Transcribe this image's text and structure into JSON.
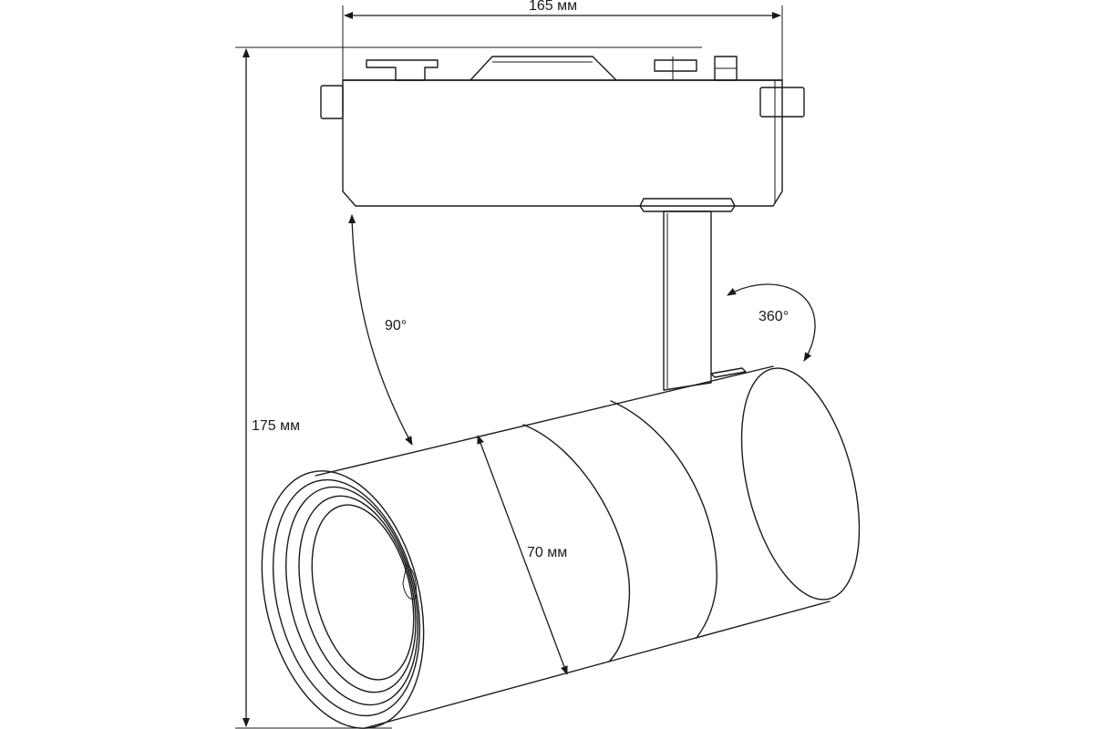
{
  "dimensions": {
    "width_label": "165 мм",
    "height_label": "175 мм",
    "diameter_label": "70 мм"
  },
  "angles": {
    "tilt_label": "90°",
    "rotation_label": "360°"
  },
  "colors": {
    "line": "#1a1a1a",
    "background": "#ffffff"
  }
}
